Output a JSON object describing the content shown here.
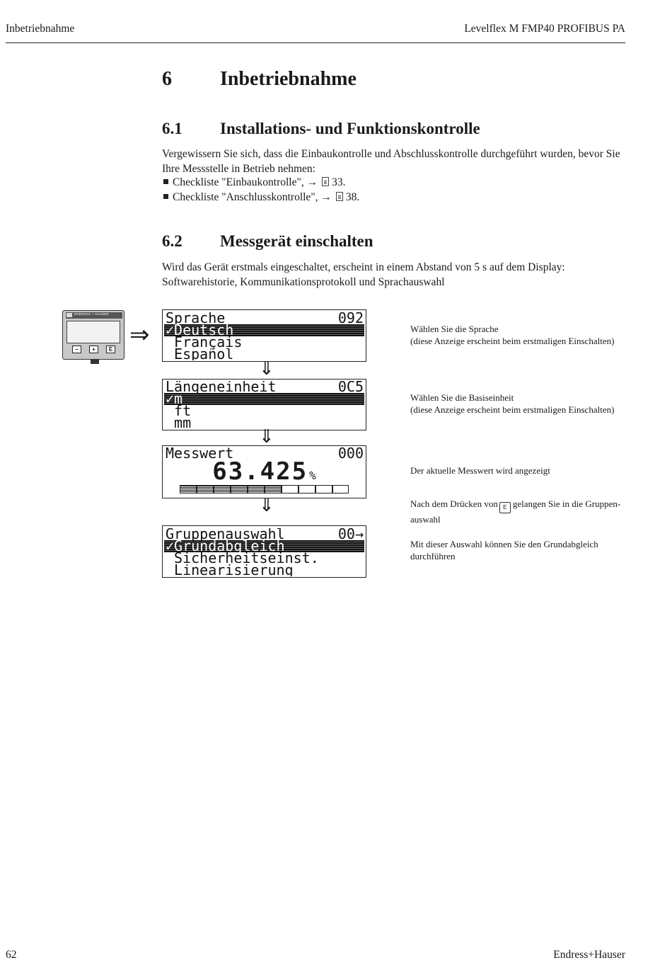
{
  "header": {
    "section": "Inbetriebnahme",
    "product": "Levelflex M FMP40 PROFIBUS PA"
  },
  "chapter": {
    "number": "6",
    "title": "Inbetriebnahme"
  },
  "sec1": {
    "number": "6.1",
    "title": "Installations- und Funktionskontrolle",
    "intro": "Vergewissern Sie sich, dass die Einbaukontrolle und Abschlusskontrolle durchgeführt wurden, bevor Sie Ihre Messstelle in Betrieb nehmen:",
    "bullets": [
      {
        "text": "Checkliste \"Einbaukontrolle\", →",
        "page": "33."
      },
      {
        "text": "Checkliste \"Anschlusskontrolle\", →",
        "page": "38."
      }
    ]
  },
  "sec2": {
    "number": "6.2",
    "title": "Messgerät einschalten",
    "intro": "Wird das Gerät erstmals eingeschaltet, erscheint in einem Abstand von 5 s auf dem Display: Softwarehistorie, Kommunikationsprotokoll und Sprachauswahl"
  },
  "device": {
    "brand": "ENDRESS + HAUSER",
    "buttons": [
      "−",
      "+",
      "E"
    ],
    "arrow": "⇒"
  },
  "screens": [
    {
      "title": "Sprache",
      "code": "092",
      "rows": [
        "✓Deutsch",
        " Français",
        " Español"
      ],
      "selected": 0
    },
    {
      "title": "Längeneinheit",
      "code": "0C5",
      "rows": [
        "✓m",
        " ft",
        " mm"
      ],
      "selected": 0
    },
    {
      "title": "Messwert",
      "code": "000",
      "value": "63.425",
      "unit": "%",
      "level": 0.6
    },
    {
      "title": "Gruppenauswahl",
      "code": "00→",
      "rows": [
        "✓Grundabgleich",
        " Sicherheitseinst.",
        " Linearisierung"
      ],
      "selected": 0
    }
  ],
  "down_arrow": "⇓",
  "notes": {
    "n1_line1": "Wählen Sie die Sprache",
    "n1_line2": "(diese Anzeige erscheint beim erstmaligen Einschalten)",
    "n2_line1": "Wählen Sie die Basiseinheit",
    "n2_line2": "(diese Anzeige erscheint beim erstmaligen Einschalten)",
    "n3": "Der aktuelle Messwert wird angezeigt",
    "n4_before": "Nach dem Drücken von",
    "n4_key": "E",
    "n4_after": "gelangen Sie in die Gruppen-auswahl",
    "n5": "Mit dieser Auswahl können Sie den Grundabgleich durchführen"
  },
  "footer": {
    "page": "62",
    "company": "Endress+Hauser"
  }
}
